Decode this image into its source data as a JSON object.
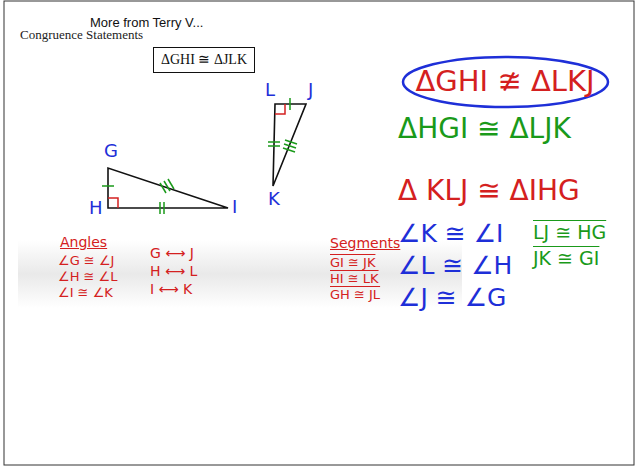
{
  "diagram": {
    "title": "More from Terry V...",
    "nodes": [
      {
        "text": [
          "ΔGHI ≅ ΔJLK"
        ]
      },
      {
        "text": [
          "ΔGHI ≇ ΔLKJ"
        ]
      }
    ],
    "labels": [
      "Congruence Statements",
      "G",
      "H",
      "I",
      "L",
      "J",
      "K",
      "Angles",
      "∠G ≅ ∠J",
      "∠H ≅ ∠L",
      "∠I ≅ ∠K",
      "G ⟷ J",
      "H ⟷ L",
      "I ⟷ K",
      "Segments",
      "GI ≅ JK",
      "HI ≅ LK",
      "GH ≅ JL",
      "ΔHGI ≅ ΔLJK",
      "Δ KLJ ≅ ΔIHG",
      "∠K ≅ ∠I",
      "∠L ≅ ∠H",
      "∠J ≅ ∠G",
      "LJ ≅ HG",
      "JK ≅ GI"
    ]
  }
}
